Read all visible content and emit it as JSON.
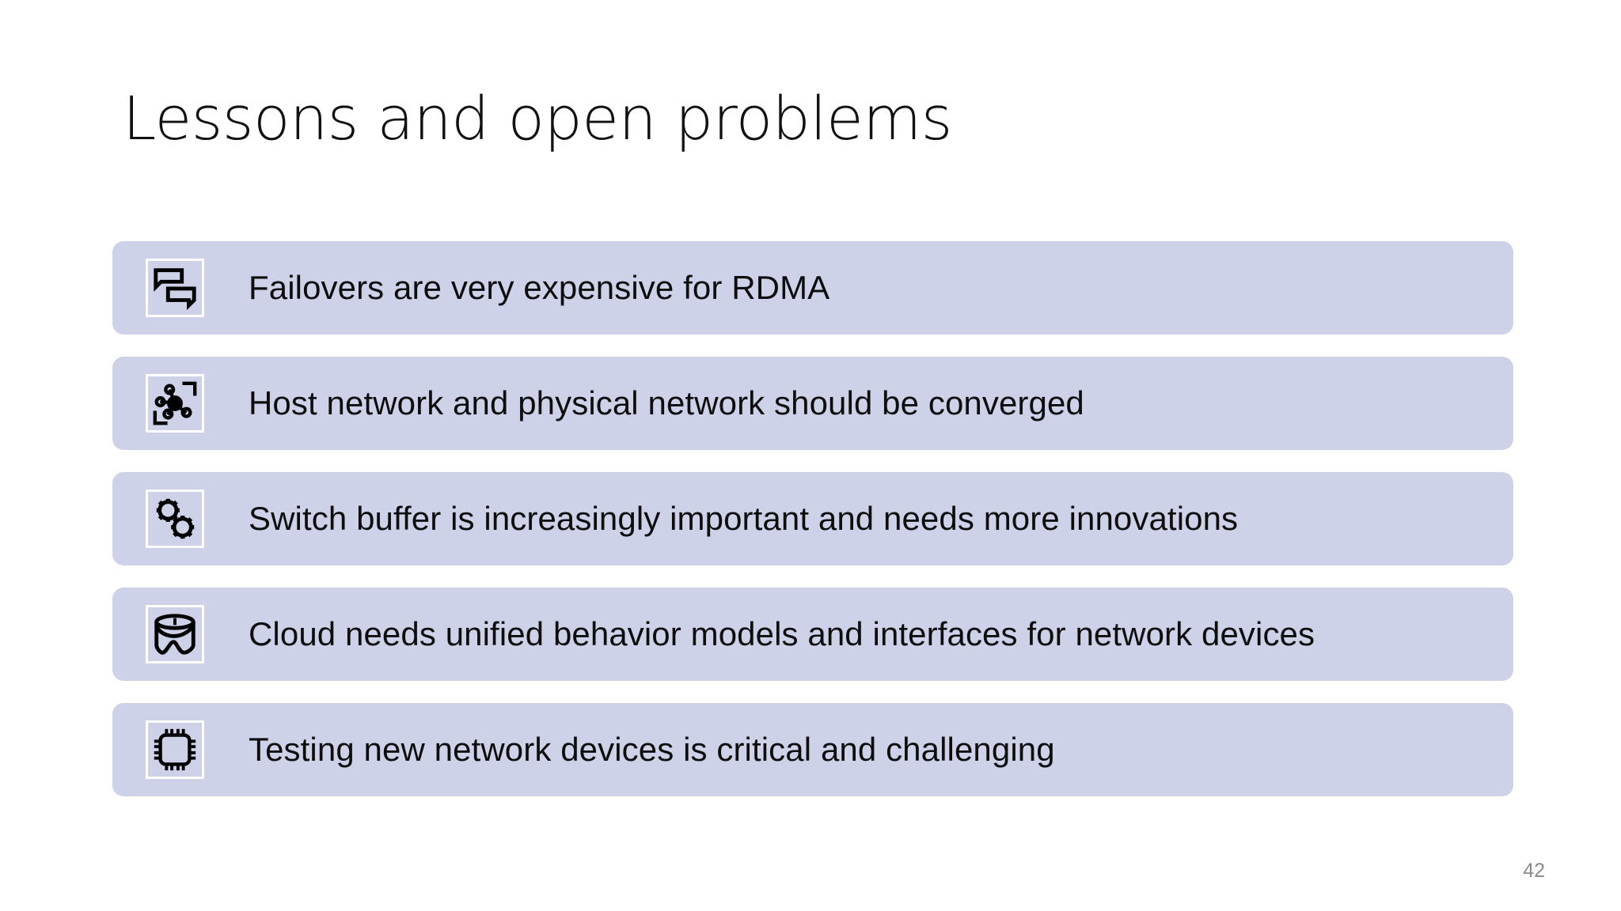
{
  "slide": {
    "title": "Lessons and open problems",
    "page_number": "42",
    "background_color": "#ffffff",
    "bar_color": "#ced2e8",
    "title_color": "#111111",
    "text_color": "#0d0d0d",
    "page_number_color": "#8a8a8a",
    "icon_border_color": "#ffffff"
  },
  "rows": [
    {
      "icon": "chat-bubbles-icon",
      "label": "Failovers are very expensive for RDMA"
    },
    {
      "icon": "network-nodes-icon",
      "label": "Host network and physical network should be converged"
    },
    {
      "icon": "gears-icon",
      "label": "Switch buffer is increasingly important and needs more innovations"
    },
    {
      "icon": "cloud-device-icon",
      "label": "Cloud needs unified behavior models and interfaces for network devices"
    },
    {
      "icon": "microchip-icon",
      "label": "Testing new network devices is critical and challenging"
    }
  ]
}
